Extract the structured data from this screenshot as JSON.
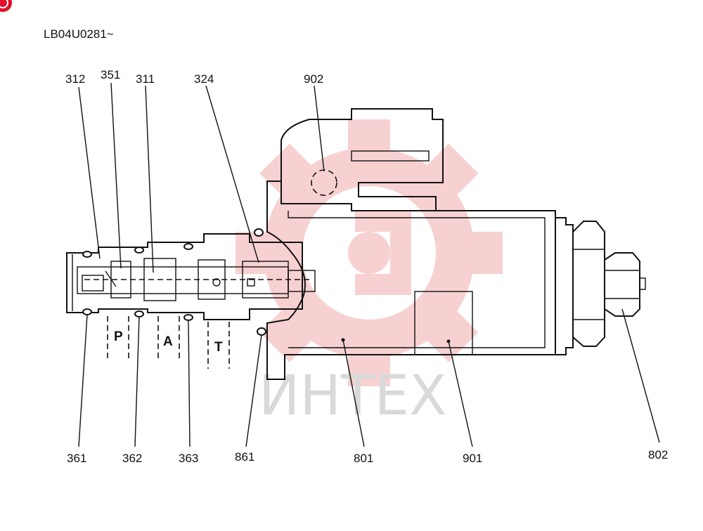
{
  "header": {
    "serial": "LB04U0281~"
  },
  "watermark": {
    "text": "ИНТЕХ",
    "gear_color": "#f6c9c9",
    "text_color": "#d9d9d9"
  },
  "ports": {
    "p": "P",
    "a": "A",
    "t": "T"
  },
  "callouts": {
    "c312": "312",
    "c351": "351",
    "c311": "311",
    "c324": "324",
    "c902": "902",
    "c361": "361",
    "c362": "362",
    "c363": "363",
    "c861": "861",
    "c801": "801",
    "c901": "901",
    "c802": "802"
  },
  "icons": {
    "corner": "red-logo-icon",
    "background": "gear-watermark-icon"
  },
  "colors": {
    "line": "#111111",
    "logo": "#e0102a"
  }
}
